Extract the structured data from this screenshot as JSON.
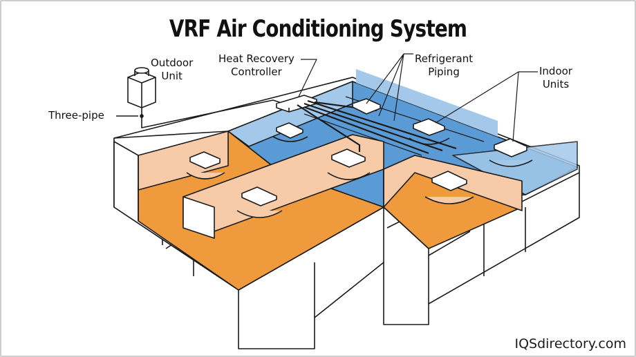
{
  "title": "VRF Air Conditioning System",
  "labels": {
    "outdoor_unit_line1": "Outdoor",
    "outdoor_unit_line2": "Unit",
    "heat_recovery_line1": "Heat Recovery",
    "heat_recovery_line2": "Controller",
    "refrigerant_line1": "Refrigerant",
    "refrigerant_line2": "Piping",
    "indoor_units_line1": "Indoor",
    "indoor_units_line2": "Units",
    "three_pipe": "Three-pipe"
  },
  "brand": "IQSdirectory.com",
  "colors": {
    "orange_floor": "#ef9a3c",
    "orange_wall": "#f7cba7",
    "blue_floor": "#5b9bd5",
    "blue_wall": "#a3c8ea",
    "outline": "#1a1a1a"
  }
}
